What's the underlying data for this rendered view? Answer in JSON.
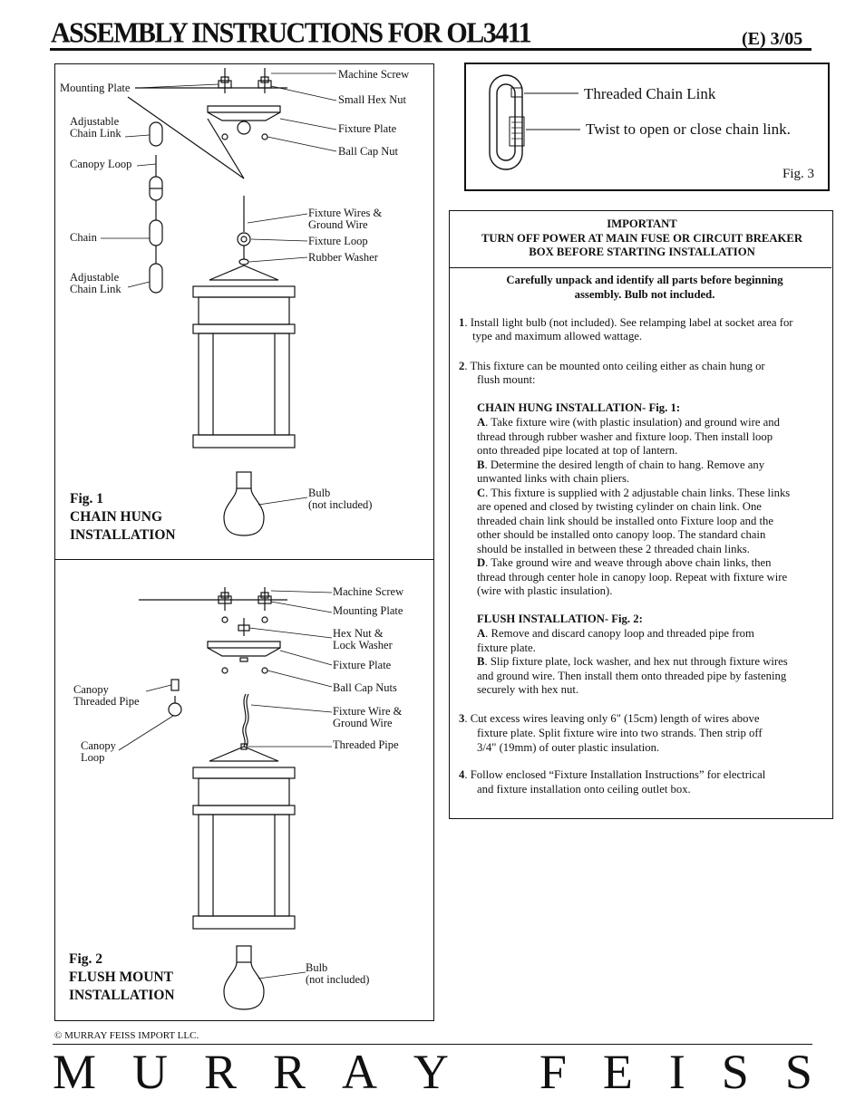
{
  "header": {
    "title": "ASSEMBLY INSTRUCTIONS FOR OL3411",
    "revision": "(E)  3/05"
  },
  "fig1": {
    "labels": {
      "machine_screw": "Machine Screw",
      "mounting_plate": "Mounting Plate",
      "small_hex_nut": "Small Hex Nut",
      "adjustable_chain_link_1": "Adjustable",
      "adjustable_chain_link_2": "Chain Link",
      "fixture_plate": "Fixture Plate",
      "ball_cap_nut": "Ball Cap Nut",
      "canopy_loop": "Canopy Loop",
      "fixture_wires_1": "Fixture Wires &",
      "fixture_wires_2": "Ground Wire",
      "chain": "Chain",
      "fixture_loop": "Fixture Loop",
      "rubber_washer": "Rubber Washer",
      "adj_link_b_1": "Adjustable",
      "adj_link_b_2": "Chain Link",
      "bulb_1": "Bulb",
      "bulb_2": "(not included)"
    },
    "caption": [
      "Fig. 1",
      "CHAIN HUNG",
      "INSTALLATION"
    ]
  },
  "fig2": {
    "labels": {
      "machine_screw": "Machine Screw",
      "mounting_plate": "Mounting Plate",
      "hex_nut_1": "Hex Nut &",
      "hex_nut_2": "Lock Washer",
      "fixture_plate": "Fixture Plate",
      "ball_cap_nuts": "Ball Cap Nuts",
      "canopy_pipe_1": "Canopy",
      "canopy_pipe_2": "Threaded Pipe",
      "fixture_wire_1": "Fixture Wire &",
      "fixture_wire_2": "Ground Wire",
      "canopy_loop_1": "Canopy",
      "canopy_loop_2": "Loop",
      "threaded_pipe": "Threaded Pipe",
      "bulb_1": "Bulb",
      "bulb_2": "(not included)"
    },
    "caption": [
      "Fig. 2",
      "FLUSH MOUNT",
      "INSTALLATION"
    ]
  },
  "fig3": {
    "threaded_chain_link": "Threaded Chain Link",
    "twist": "Twist to open or close chain link.",
    "label": "Fig. 3"
  },
  "instructions": {
    "important_title": "IMPORTANT",
    "important_line1": "TURN OFF POWER AT MAIN FUSE OR CIRCUIT BREAKER",
    "important_line2": "BOX BEFORE STARTING INSTALLATION",
    "unpack_line1": "Carefully unpack and identify all parts before beginning",
    "unpack_line2": "assembly.  Bulb not included.",
    "step1_num": "1",
    "step1": ". Install light bulb (not included). See relamping label at socket area for",
    "step1b": "type and maximum allowed wattage.",
    "step2_num": "2",
    "step2": ".  This fixture can be mounted onto ceiling either as chain hung or",
    "step2b": "flush mount:",
    "chain_head": "CHAIN HUNG INSTALLATION- Fig. 1:",
    "chain_a_l": "A",
    "chain_a": [
      ".  Take fixture wire (with plastic insulation) and ground wire and",
      "thread through rubber washer and fixture loop.  Then install loop",
      "onto threaded pipe located at top of lantern."
    ],
    "chain_b_l": "B",
    "chain_b": [
      ". Determine the desired length of chain to hang.  Remove any",
      "unwanted links with chain pliers."
    ],
    "chain_c_l": "C",
    "chain_c": [
      ". This fixture is supplied with 2 adjustable chain links. These links",
      "are opened and closed by twisting cylinder on chain link. One",
      "threaded chain link should be installed onto Fixture loop and the",
      "other should be installed onto canopy loop. The standard chain",
      "should be installed in between these 2 threaded chain links."
    ],
    "chain_d_l": "D",
    "chain_d": [
      ". Take ground wire and weave through above chain links, then",
      "thread through center hole in canopy loop.  Repeat with fixture wire",
      "(wire with plastic insulation)."
    ],
    "flush_head": "FLUSH INSTALLATION- Fig. 2:",
    "flush_a_l": "A",
    "flush_a": [
      ".  Remove and discard canopy loop and threaded pipe from",
      "fixture plate."
    ],
    "flush_b_l": "B",
    "flush_b": [
      ".  Slip fixture plate, lock washer, and hex nut through fixture wires",
      "and ground wire.  Then install them onto threaded pipe by fastening",
      "securely with hex nut."
    ],
    "step3_num": "3",
    "step3": [
      ".  Cut excess wires leaving only 6\" (15cm) length of  wires above",
      "fixture plate. Split fixture wire into two strands.  Then strip off",
      "3/4\" (19mm) of outer plastic insulation."
    ],
    "step4_num": "4",
    "step4": [
      ".  Follow enclosed “Fixture Installation Instructions” for electrical",
      "and fixture installation onto ceiling outlet box."
    ]
  },
  "footer": {
    "copyright": "© MURRAY FEISS IMPORT LLC.",
    "brand_letters": [
      "M",
      "U",
      "R",
      "R",
      "A",
      "Y",
      " ",
      "F",
      "E",
      "I",
      "S",
      "S"
    ]
  }
}
